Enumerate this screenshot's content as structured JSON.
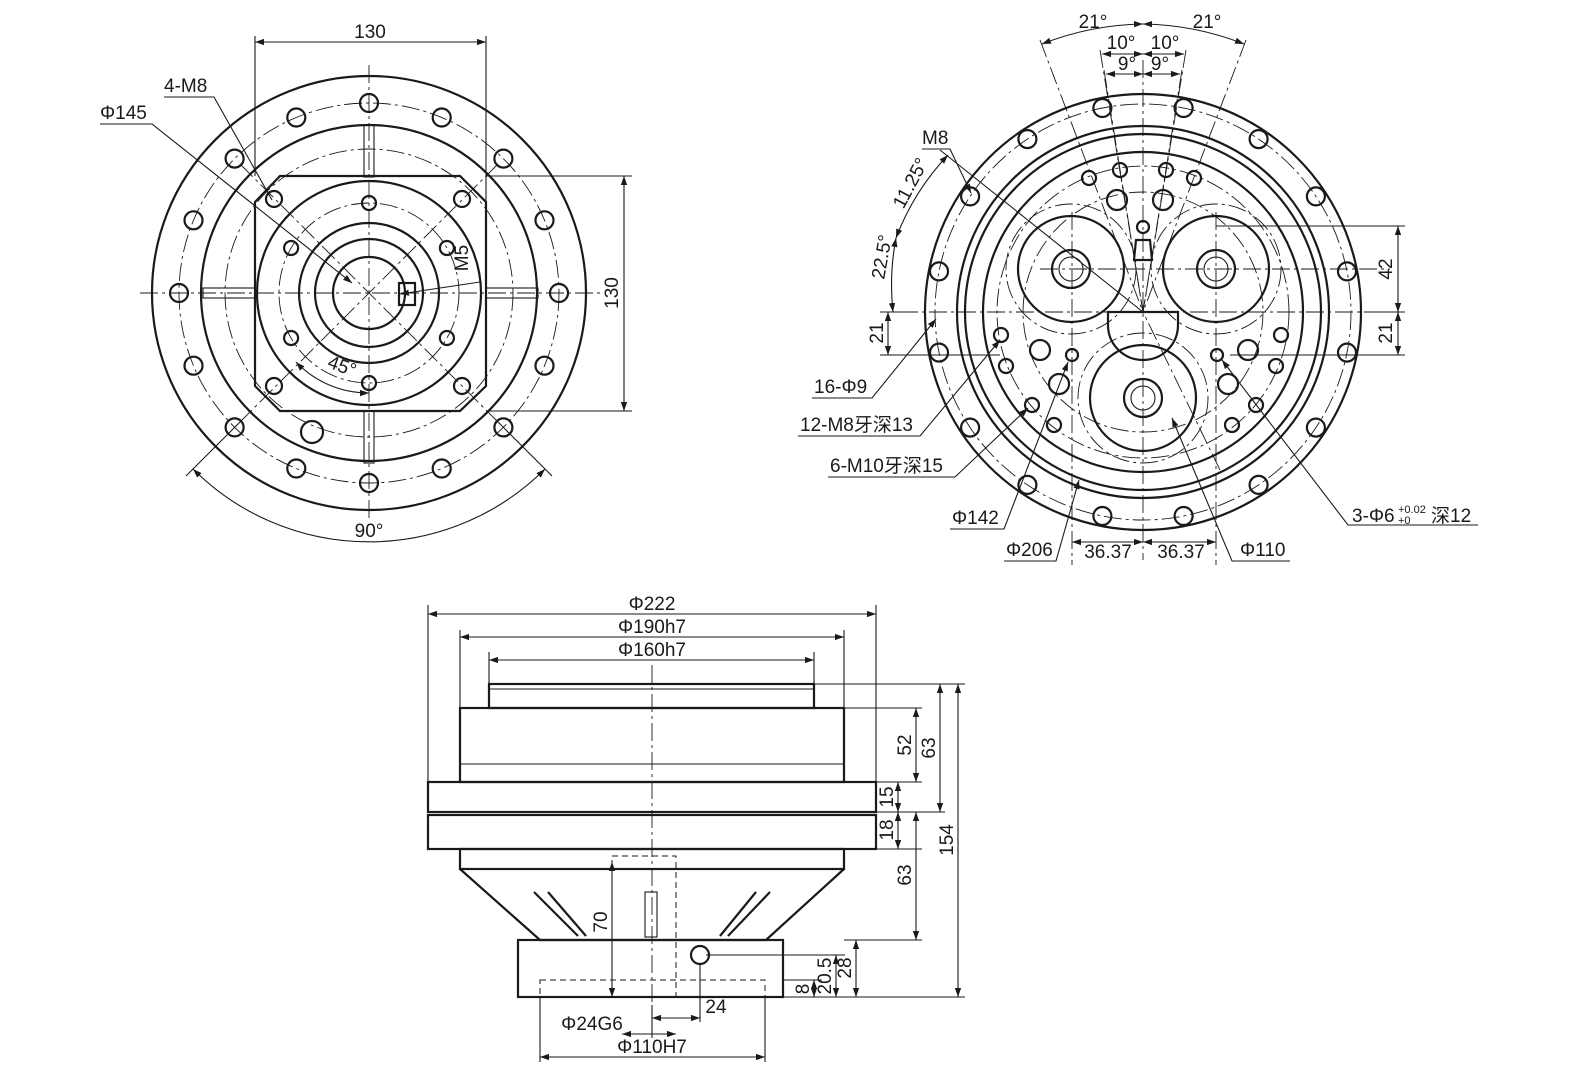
{
  "front_view": {
    "dim_width_top": "130",
    "label_4m8": "4-M8",
    "label_phi145": "Φ145",
    "label_m5": "M5",
    "dim_height_right": "130",
    "angle_45": "45°",
    "angle_90": "90°"
  },
  "rear_view": {
    "angle_21_left": "21°",
    "angle_21_right": "21°",
    "angle_10_left": "10°",
    "angle_10_right": "10°",
    "angle_9_left": "9°",
    "angle_9_right": "9°",
    "label_m8": "M8",
    "angle_11_25": "11.25°",
    "angle_22_5": "22.5°",
    "dim_21_left": "21",
    "dim_42": "42",
    "dim_21_right": "21",
    "label_16phi9": "16-Φ9",
    "label_12m8": "12-M8牙深13",
    "label_6m10": "6-M10牙深15",
    "label_phi142": "Φ142",
    "label_phi206": "Φ206",
    "dim_36_37_left": "36.37",
    "dim_36_37_right": "36.37",
    "label_phi110": "Φ110",
    "label_3phi6_main": "3-Φ6",
    "label_3phi6_tol_upper": "+0.02",
    "label_3phi6_tol_lower": "+0",
    "label_3phi6_depth": "深12"
  },
  "side_view": {
    "dim_phi222": "Φ222",
    "dim_phi190": "Φ190h7",
    "dim_phi160": "Φ160h7",
    "dim_52": "52",
    "dim_63_top": "63",
    "dim_154": "154",
    "dim_15": "15",
    "dim_18": "18",
    "dim_63_bottom": "63",
    "dim_70": "70",
    "dim_28": "28",
    "dim_20_5": "20.5",
    "dim_8": "8",
    "dim_24": "24",
    "dim_phi24g6": "Φ24G6",
    "dim_phi110h7": "Φ110H7"
  }
}
